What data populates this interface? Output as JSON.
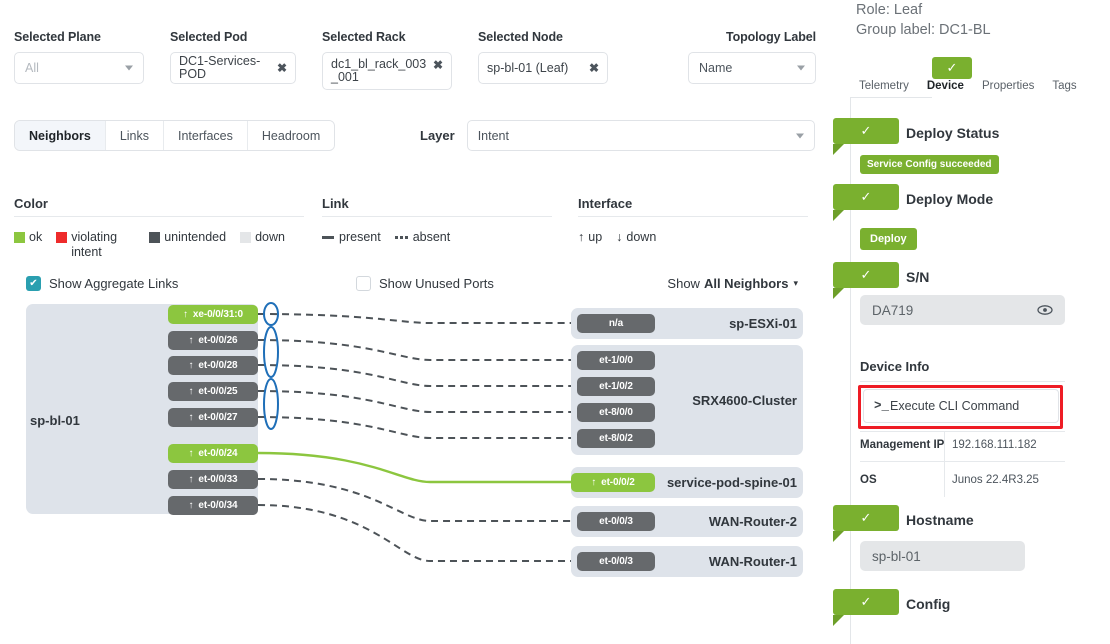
{
  "filters": [
    {
      "name": "selected-plane",
      "label": "Selected Plane",
      "value": "All",
      "is_placeholder": true,
      "kind": "select"
    },
    {
      "name": "selected-pod",
      "label": "Selected Pod",
      "value": "DC1-Services-POD",
      "kind": "chip"
    },
    {
      "name": "selected-rack",
      "label": "Selected Rack",
      "value": "dc1_bl_rack_003_001",
      "kind": "chip"
    },
    {
      "name": "selected-node",
      "label": "Selected Node",
      "value": "sp-bl-01 (Leaf)",
      "kind": "chip"
    },
    {
      "name": "topology-label",
      "label": "Topology Label",
      "value": "Name",
      "kind": "select"
    }
  ],
  "view_tabs": [
    {
      "label": "Neighbors",
      "active": true
    },
    {
      "label": "Links",
      "active": false
    },
    {
      "label": "Interfaces",
      "active": false
    },
    {
      "label": "Headroom",
      "active": false
    }
  ],
  "layer": {
    "label": "Layer",
    "value": "Intent"
  },
  "legend": {
    "color": {
      "title": "Color",
      "items": [
        {
          "label": "ok",
          "color": "#8cc63f"
        },
        {
          "label": "violating intent",
          "color": "#ee2b2b"
        },
        {
          "label": "unintended",
          "color": "#4d5358"
        },
        {
          "label": "down",
          "color": "#e4e6e8"
        }
      ]
    },
    "link": {
      "title": "Link",
      "items": [
        {
          "label": "present",
          "style": "solid"
        },
        {
          "label": "absent",
          "style": "dotted"
        }
      ]
    },
    "interface": {
      "title": "Interface",
      "items": [
        {
          "label": "up",
          "glyph": "↑"
        },
        {
          "label": "down",
          "glyph": "↓"
        }
      ]
    }
  },
  "options": {
    "show_aggregate_links": {
      "label": "Show Aggregate Links",
      "checked": true
    },
    "show_unused_ports": {
      "label": "Show Unused Ports",
      "checked": false
    },
    "show_neighbors": {
      "prefix": "Show",
      "value": "All Neighbors"
    }
  },
  "topology": {
    "source_node": {
      "name": "sp-bl-01"
    },
    "source_ports": [
      {
        "label": "xe-0/0/31:0",
        "state": "up",
        "color": "green"
      },
      {
        "label": "et-0/0/26",
        "state": "up",
        "color": "gray"
      },
      {
        "label": "et-0/0/28",
        "state": "up",
        "color": "gray"
      },
      {
        "label": "et-0/0/25",
        "state": "up",
        "color": "gray"
      },
      {
        "label": "et-0/0/27",
        "state": "up",
        "color": "gray"
      },
      {
        "label": "et-0/0/24",
        "state": "up",
        "color": "green"
      },
      {
        "label": "et-0/0/33",
        "state": "up",
        "color": "gray"
      },
      {
        "label": "et-0/0/34",
        "state": "up",
        "color": "gray"
      }
    ],
    "neighbors": [
      {
        "name": "sp-ESXi-01",
        "ports": [
          {
            "label": "n/a",
            "state": "none",
            "color": "gray"
          }
        ]
      },
      {
        "name": "SRX4600-Cluster",
        "ports": [
          {
            "label": "et-1/0/0",
            "state": "none",
            "color": "gray"
          },
          {
            "label": "et-1/0/2",
            "state": "none",
            "color": "gray"
          },
          {
            "label": "et-8/0/0",
            "state": "none",
            "color": "gray"
          },
          {
            "label": "et-8/0/2",
            "state": "none",
            "color": "gray"
          }
        ]
      },
      {
        "name": "service-pod-spine-01",
        "ports": [
          {
            "label": "et-0/0/2",
            "state": "up",
            "color": "green"
          }
        ]
      },
      {
        "name": "WAN-Router-2",
        "ports": [
          {
            "label": "et-0/0/3",
            "state": "none",
            "color": "gray"
          }
        ]
      },
      {
        "name": "WAN-Router-1",
        "ports": [
          {
            "label": "et-0/0/3",
            "state": "none",
            "color": "gray"
          }
        ]
      }
    ]
  },
  "details": {
    "role_line": "Role: Leaf",
    "group_line": "Group label: DC1-BL",
    "tabs": [
      {
        "label": "Telemetry",
        "active": false
      },
      {
        "label": "Device",
        "active": true
      },
      {
        "label": "Properties",
        "active": false
      },
      {
        "label": "Tags",
        "active": false
      }
    ],
    "sections": [
      {
        "name": "deploy-status",
        "title": "Deploy Status",
        "badge": "Service Config succeeded"
      },
      {
        "name": "deploy-mode",
        "title": "Deploy Mode",
        "badge": "Deploy"
      },
      {
        "name": "serial-number",
        "title": "S/N",
        "value": "DA719"
      },
      {
        "name": "hostname",
        "title": "Hostname",
        "value": "sp-bl-01"
      },
      {
        "name": "config",
        "title": "Config"
      }
    ],
    "device_info": {
      "title": "Device Info",
      "cli_button": "Execute CLI Command",
      "rows": [
        {
          "key": "Management IP",
          "value": "192.168.111.182"
        },
        {
          "key": "OS",
          "value": "Junos 22.4R3.25"
        }
      ]
    }
  },
  "colors": {
    "green": "#7ab02f",
    "chip_green": "#8cc63f",
    "chip_gray": "#66696c",
    "group_bg": "#dee3ea",
    "teal": "#2a9fb0",
    "highlight_red": "#ee1c25"
  }
}
